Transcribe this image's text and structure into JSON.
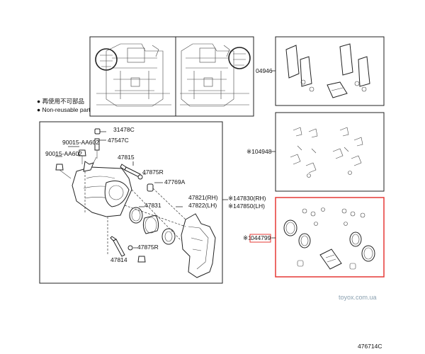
{
  "legend": {
    "line1": "● 再使用不可部品",
    "line2": "● Non-reusable part"
  },
  "parts": {
    "p31478C": "31478C",
    "p47547C": "47547C",
    "p90015a": "90015-AA602",
    "p90015b": "90015-AA602",
    "p47815": "47815",
    "p47875Ra": "47875R",
    "p47769A": "47769A",
    "p47831": "47831",
    "p47821": "47821(RH)",
    "p47822": "47822(LH)",
    "p47875Rb": "47875R",
    "p47814": "47814",
    "p47830": "※147830(RH)",
    "p47850": "※147850(LH)",
    "p04946": "04946",
    "p04948": "※104948",
    "p04479_prefix": "※1",
    "p04479": "044799"
  },
  "highlight_color": "#e53935",
  "watermark": "toyox.com.ua",
  "footer_code": "476714C"
}
